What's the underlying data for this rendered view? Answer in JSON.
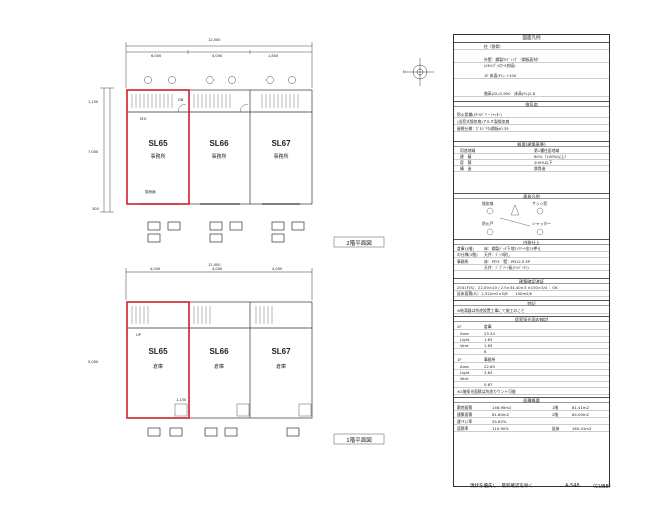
{
  "dims": {
    "top_total": "12,000",
    "top_a": "6,000",
    "top_b": "4,000",
    "top_c": "1,800",
    "bot_total": "12,000",
    "bot_a": "4,000",
    "bot_b": "4,000",
    "bot_c": "4,000",
    "left_a": "1,150",
    "left_b": "7,000",
    "left_c": "5,000",
    "left_d": "300"
  },
  "floor2": {
    "title": "2階平面図",
    "units": [
      {
        "id": "SL65",
        "use": "事務所"
      },
      {
        "id": "SL66",
        "use": "事務所"
      },
      {
        "id": "SL67",
        "use": "事務所"
      }
    ],
    "dn_label": "DN",
    "mk_label": "M.K",
    "walkway": "換気扇"
  },
  "floor1": {
    "title": "1階平面図",
    "units": [
      {
        "id": "SL65",
        "use": "倉庫"
      },
      {
        "id": "SL66",
        "use": "倉庫"
      },
      {
        "id": "SL67",
        "use": "倉庫"
      }
    ],
    "up_label": "UP",
    "w_label": "1,150"
  },
  "legend": {
    "title": "図面凡例",
    "rows": [
      "柱（鉄骨）",
      "外壁：鋼製ｻｲﾃﾞｨﾝｸﾞ（鋼板面材）",
      "(t30:ｸﾞﾗｽｳｰﾙ充填)",
      "1F 床面(FL) +100",
      "階高(GL)2,900　床高(FL)2,8"
    ],
    "compass_n": "N",
    "exterior_head": "換気扇",
    "exterior_rows": [
      "防火設備(ｽﾁｰﾙﾄﾞｱ・ｼｬｯﾀｰ)",
      "(出窓式換気扇)アルミ製換気扇",
      "屋根仕様：ｶﾞﾙﾊﾞﾘｳﾑ鋼板t0.35"
    ],
    "size_head": "概要(建築基準)",
    "size_rows": [
      {
        "k": "用途地域",
        "v": "第1種住居地域"
      },
      {
        "k": "建　蔽",
        "v": "60%（100%以上）"
      },
      {
        "k": "容　積",
        "v": "200%以下"
      },
      {
        "k": "構　造",
        "v": "鉄骨造"
      }
    ],
    "kigou_head": "建具凡例",
    "kigou_labels": [
      "換気扇",
      "サッシ窓",
      "防火戸",
      "シャッター"
    ],
    "finish_head": "内装仕上",
    "finish_rows": [
      {
        "k": "倉庫(1階)",
        "v": "床：鋼製ﾃﾞｯｷ下地ｺﾝｸﾘｰﾄ金ｺﾃ押え"
      },
      {
        "k": "の仕様(1階)",
        "v": "天井：ﾃﾞｯｷ現し"
      },
      {
        "k": "事務所",
        "v": "床：Pﾀｲﾙ　壁：PB12.5 EP"
      },
      {
        "k": "",
        "v": "天井：ｼﾞﾌﾟｿｰﾝ板(ﾄﾗﾊﾞｰﾁﾝ)"
      }
    ],
    "cert_head": "建築確認済証",
    "cert_rows": [
      "2041F(S)：22,00×20 / 2.5×34.40×3 ×150×3/4 ：OK",
      "延床面積(S)：1,522m2×5/8　　150m2/h"
    ],
    "special_head": "特記",
    "special_row": "※給湯器は別途設置工事にて施工のこと",
    "window_head": "居室採光面の検討",
    "win_blocks": [
      {
        "floor": "2F",
        "room": "倉庫",
        "rows": [
          {
            "k": "Area",
            "v": "23.34"
          },
          {
            "k": "Light",
            "v": "1.63"
          },
          {
            "k": "Vent",
            "v": "1.63"
          },
          {
            "k": "",
            "v": "8"
          }
        ]
      },
      {
        "floor": "1F",
        "room": "事務所",
        "rows": [
          {
            "k": "Area",
            "v": "22.60"
          },
          {
            "k": "Light",
            "v": "3.62"
          },
          {
            "k": "Vent",
            "v": ""
          },
          {
            "k": "",
            "v": "0.67"
          }
        ]
      }
    ],
    "win_note": "※2階採光面積は別途カウント可能",
    "area_head": "面積概要",
    "area_rows": [
      {
        "k": "敷地面積",
        "v": "146.90m2",
        "k2": "1階",
        "v2": "81.41m2"
      },
      {
        "k": "建築面積",
        "v": "81.60m2",
        "k2": "2階",
        "v2": "84.00m2"
      },
      {
        "k": "建ぺい率",
        "v": "55.62%",
        "k2": "",
        "v2": ""
      },
      {
        "k": "容積率",
        "v": "110.90%",
        "k2": "延床",
        "v2": "165.41m2"
      }
    ]
  },
  "footer": {
    "note": "現状を優先し、最新確認を除く",
    "sheet": "A-546",
    "project": "（CUBE）"
  }
}
